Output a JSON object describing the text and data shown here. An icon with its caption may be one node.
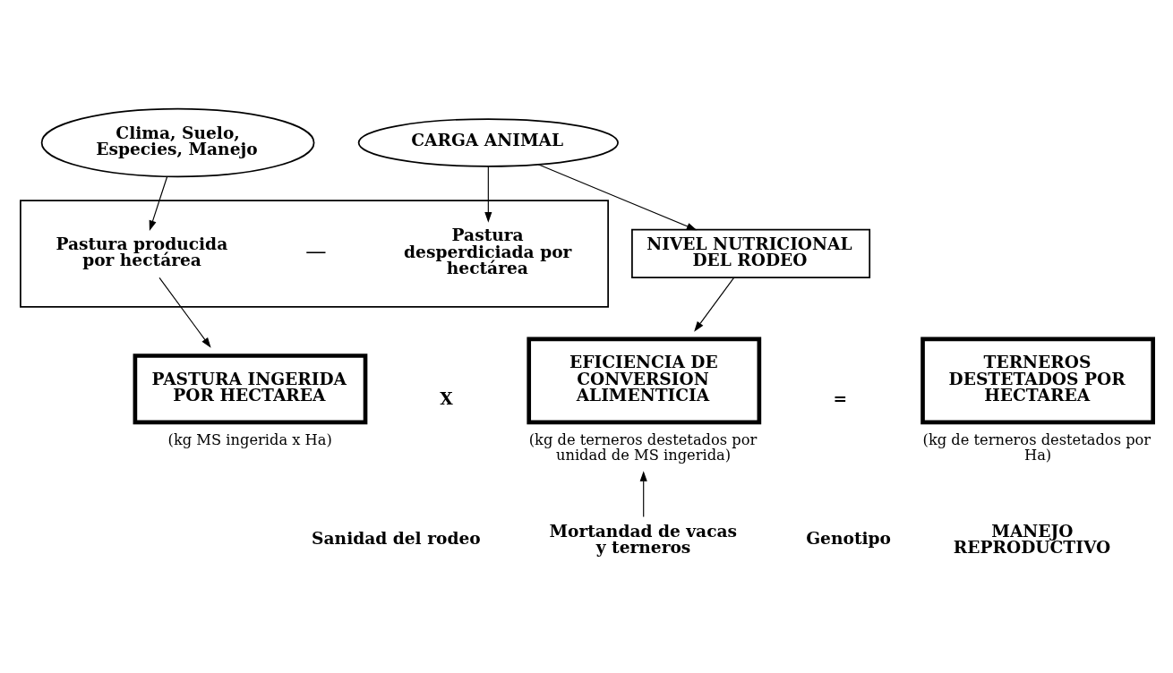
{
  "diagram": {
    "nodes": [
      {
        "text": [
          "Clima, Suelo, Especies, Manejo"
        ]
      },
      {
        "text": [
          "CARGA ANIMAL"
        ]
      },
      {
        "text": [],
        "shape": "box"
      },
      {
        "text": [
          "Pastura producida por hectárea"
        ],
        "in": 2
      },
      {
        "text": [
          "Pastura desperdiciada por hectárea"
        ],
        "in": 2
      },
      {
        "text": [
          "NIVEL NUTRICIONAL DEL RODEO"
        ]
      },
      {
        "text": [
          "PASTURA INGERIDA POR HECTAREA"
        ],
        "beside": [
          "(kg MS ingerida x Ha)"
        ]
      },
      {
        "text": [
          "EFICIENCIA DE CONVERSION ALIMENTICIA"
        ],
        "beside": [
          "(kg de terneros destetados por unidad de MS ingerida)"
        ]
      },
      {
        "text": [
          "TERNEROS DESTETADOS POR HECTAREA"
        ],
        "beside": [
          "(kg de terneros destetados por Ha)"
        ]
      },
      {
        "text": [
          "Mortandad de vacas y terneros"
        ]
      }
    ],
    "edges": [
      {
        "from": 0,
        "to": 3,
        "arrow": "to"
      },
      {
        "from": 1,
        "to": 4,
        "arrow": "to"
      },
      {
        "from": 1,
        "to": 5,
        "arrow": "to"
      },
      {
        "from": 3,
        "to": 6,
        "arrow": "to"
      },
      {
        "from": 5,
        "to": 7,
        "arrow": "to"
      },
      {
        "from": 9,
        "to": 7,
        "arrow": "to"
      }
    ],
    "labels": [
      "—",
      "X",
      "=",
      "Sanidad del rodeo",
      "Genotipo",
      "MANEJO REPRODUCTIVO"
    ]
  }
}
